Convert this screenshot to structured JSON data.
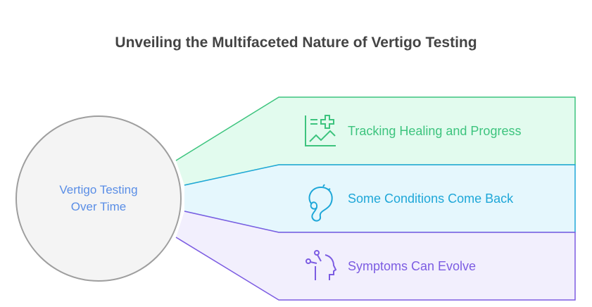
{
  "title": "Unveiling the Multifaceted Nature of Vertigo Testing",
  "center": {
    "line1": "Vertigo Testing",
    "line2": "Over Time"
  },
  "items": [
    {
      "label": "Tracking Healing and Progress",
      "icon": "chart-plus-icon",
      "color": "#3dc47e",
      "bg": "#e2fbee"
    },
    {
      "label": "Some Conditions Come Back",
      "icon": "ear-icon",
      "color": "#1ea7d8",
      "bg": "#e5f7fd"
    },
    {
      "label": "Symptoms Can Evolve",
      "icon": "head-neurons-icon",
      "color": "#7c5ce2",
      "bg": "#f2effd"
    }
  ]
}
